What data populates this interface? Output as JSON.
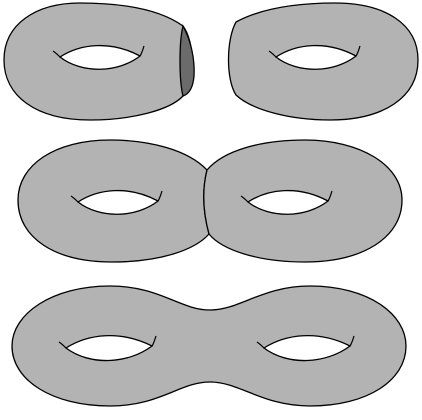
{
  "figure": {
    "colors": {
      "surface_fill": "#b3b3b3",
      "cut_face_fill": "#6b6b6b",
      "hole_fill": "#ffffff",
      "outline": "#000000",
      "background": "#ffffff"
    },
    "rows": [
      {
        "parts": [
          "torus-cut-left",
          "torus-cut-right"
        ]
      },
      {
        "parts": [
          "torus-glued-left",
          "torus-glued-right"
        ]
      },
      {
        "parts": [
          "double-torus"
        ]
      }
    ]
  }
}
